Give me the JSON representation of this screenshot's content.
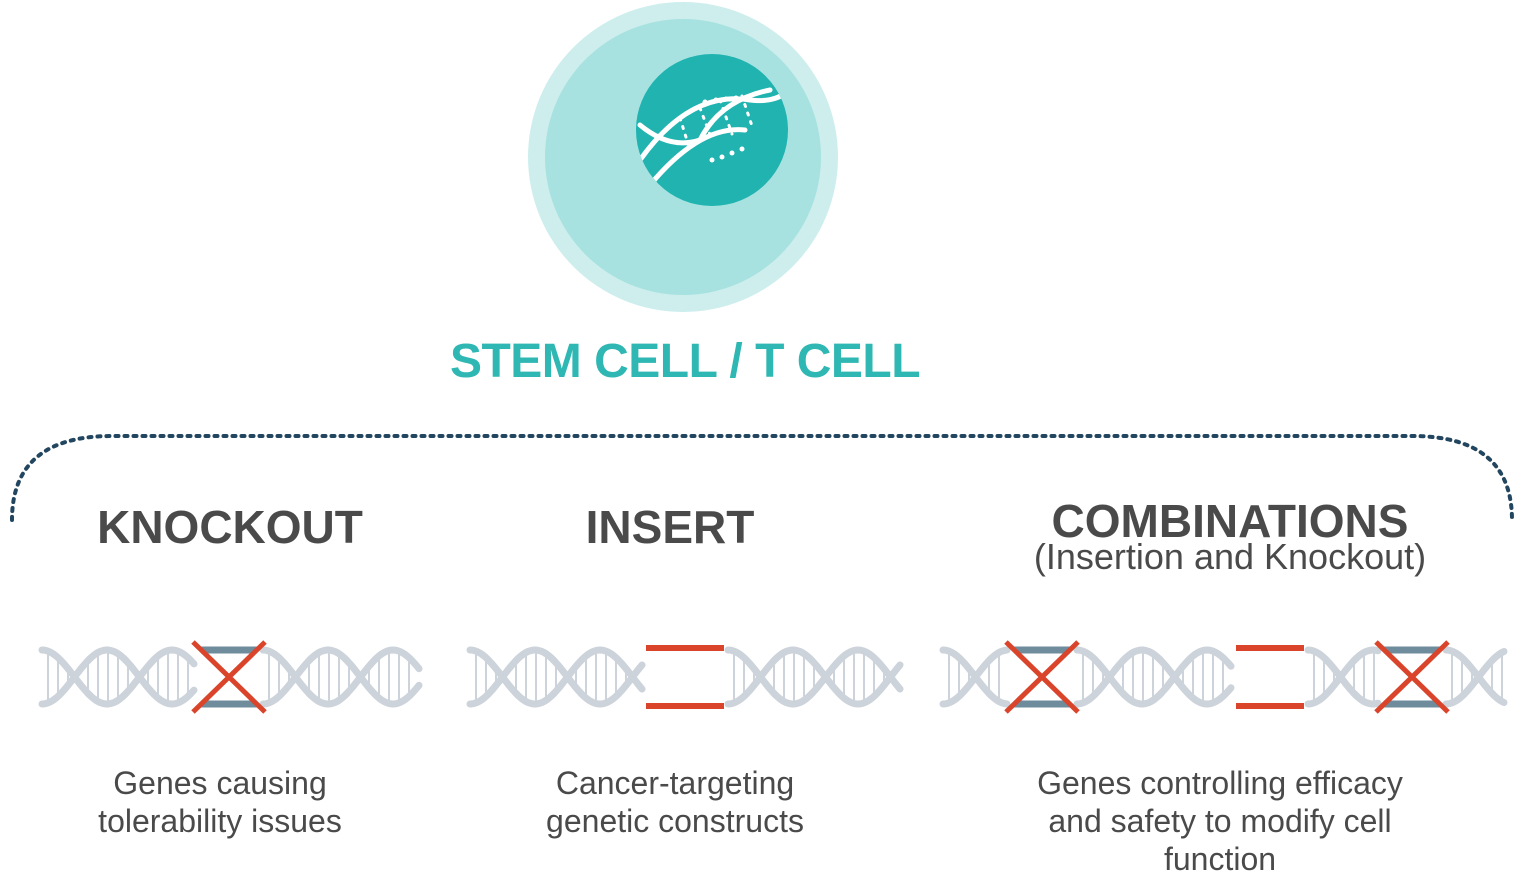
{
  "cell": {
    "title": "STEM CELL / T CELL"
  },
  "strategies": [
    {
      "heading": "KNOCKOUT",
      "subheading": "",
      "description_lines": [
        "Genes causing",
        "tolerability issues"
      ]
    },
    {
      "heading": "INSERT",
      "subheading": "",
      "description_lines": [
        "Cancer-targeting",
        "genetic constructs"
      ]
    },
    {
      "heading": "COMBINATIONS",
      "subheading": "(Insertion and Knockout)",
      "description_lines": [
        "Genes controlling efficacy",
        "and safety to modify cell",
        "function"
      ]
    }
  ],
  "colors": {
    "teal": "#2fb7b3",
    "cell_outer": "#cdeeed",
    "cell_inner": "#a7e2e0",
    "nucleus": "#20b3b0",
    "dna_strand": "#cdd3da",
    "knockout_mark": "#d9442b",
    "base_highlight": "#6f8c9c",
    "bracket": "#22465f",
    "text": "#4a4a4a"
  },
  "icons": [
    "dna-icon",
    "knockout-x-icon",
    "insert-segment-icon"
  ]
}
